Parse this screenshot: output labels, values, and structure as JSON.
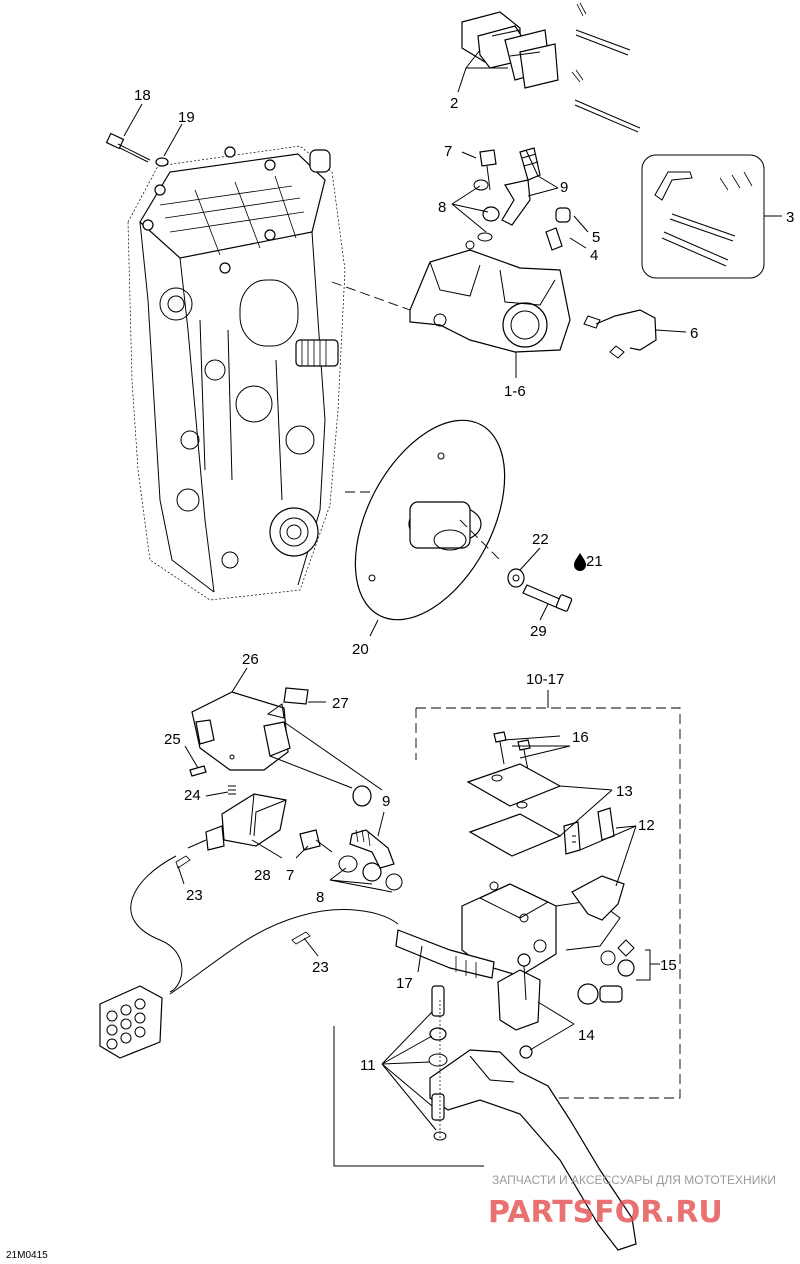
{
  "callouts": [
    {
      "id": "c2",
      "text": "2"
    },
    {
      "id": "c3",
      "text": "3"
    },
    {
      "id": "c4",
      "text": "4"
    },
    {
      "id": "c5",
      "text": "5"
    },
    {
      "id": "c6",
      "text": "6"
    },
    {
      "id": "c1_6",
      "text": "1-6"
    },
    {
      "id": "c7a",
      "text": "7"
    },
    {
      "id": "c8a",
      "text": "8"
    },
    {
      "id": "c9a",
      "text": "9"
    },
    {
      "id": "c18",
      "text": "18"
    },
    {
      "id": "c19",
      "text": "19"
    },
    {
      "id": "c20",
      "text": "20"
    },
    {
      "id": "c21",
      "text": "21"
    },
    {
      "id": "c22",
      "text": "22"
    },
    {
      "id": "c29",
      "text": "29"
    },
    {
      "id": "c26",
      "text": "26"
    },
    {
      "id": "c27",
      "text": "27"
    },
    {
      "id": "c25",
      "text": "25"
    },
    {
      "id": "c24",
      "text": "24"
    },
    {
      "id": "c9b",
      "text": "9"
    },
    {
      "id": "c10_17",
      "text": "10-17"
    },
    {
      "id": "c16",
      "text": "16"
    },
    {
      "id": "c13",
      "text": "13"
    },
    {
      "id": "c12",
      "text": "12"
    },
    {
      "id": "c7b",
      "text": "7"
    },
    {
      "id": "c28",
      "text": "28"
    },
    {
      "id": "c8b",
      "text": "8"
    },
    {
      "id": "c23a",
      "text": "23"
    },
    {
      "id": "c23b",
      "text": "23"
    },
    {
      "id": "c17",
      "text": "17"
    },
    {
      "id": "c15",
      "text": "15"
    },
    {
      "id": "c14",
      "text": "14"
    },
    {
      "id": "c11",
      "text": "11"
    }
  ],
  "drawing_code": "21M0415",
  "watermark": {
    "line1": "ЗАПЧАСТИ И АКСЕССУАРЫ ДЛЯ МОТОТЕХНИКИ",
    "line2": "PARTSFOR.RU"
  },
  "icons": {
    "oil_drop": "oil-drop-icon"
  }
}
